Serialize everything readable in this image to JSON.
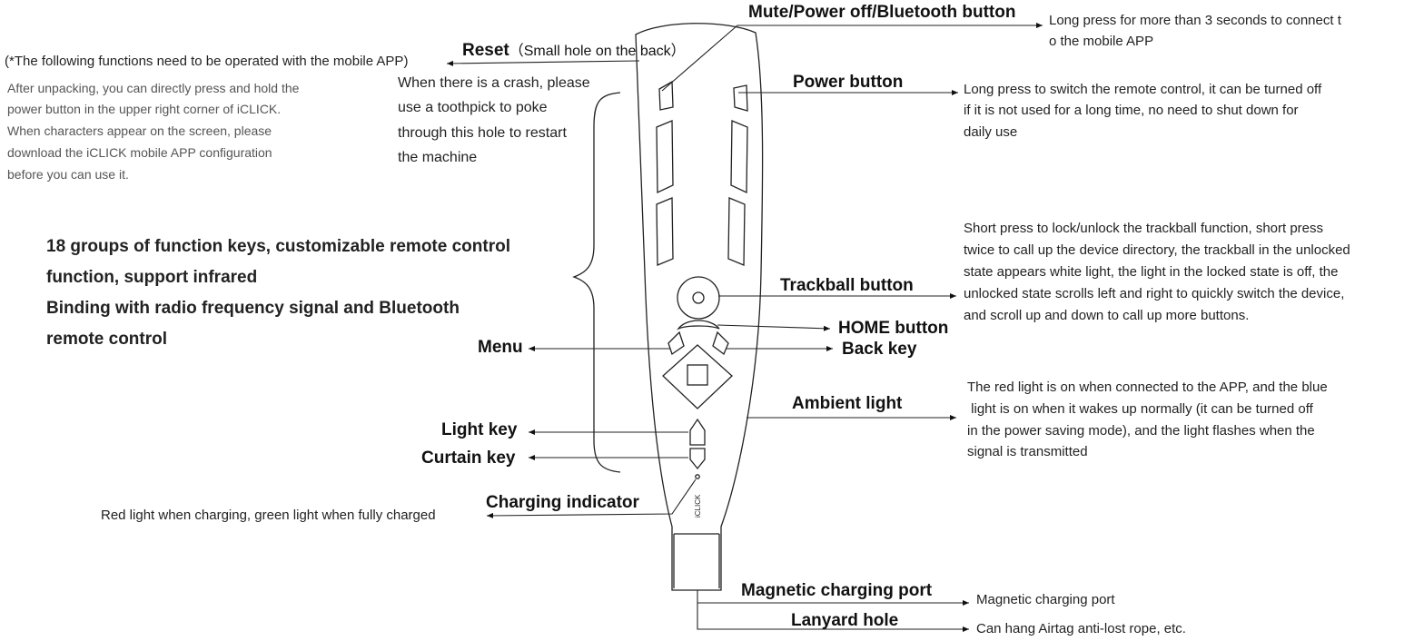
{
  "left_notes": {
    "app_note": "(*The following functions need to be operated with the mobile APP)",
    "unpack_lines": [
      "After unpacking, you can directly press and hold the",
      "power button in the upper right corner of iCLICK.",
      "When characters appear on the screen, please",
      "download the iCLICK mobile APP configuration",
      "before you can use it."
    ]
  },
  "reset": {
    "title": "Reset",
    "subtitle": "（Small hole on the back）",
    "lines": [
      "When there is a crash, please",
      "use a toothpick to poke",
      "through this hole to restart",
      "the machine"
    ]
  },
  "features": {
    "lines": [
      "18 groups of function keys, customizable remote control",
      "function, support infrared",
      "Binding with radio frequency signal and Bluetooth",
      "remote control"
    ]
  },
  "labels": {
    "mute": "Mute/Power off/Bluetooth button",
    "power": "Power button",
    "trackball": "Trackball button",
    "home": "HOME button",
    "back": "Back key",
    "menu": "Menu",
    "ambient": "Ambient light",
    "light": "Light key",
    "curtain": "Curtain key",
    "charging": "Charging indicator",
    "magnetic": "Magnetic charging port",
    "lanyard": "Lanyard hole"
  },
  "descriptions": {
    "mute": [
      "Long press for more than 3 seconds to connect t",
      "o the mobile APP"
    ],
    "power": [
      "Long press to switch the remote control, it can be turned off",
      "if it is not used for a long time, no need to shut down for",
      "daily use"
    ],
    "trackball": [
      "Short press to lock/unlock the trackball function, short press",
      "twice to call up the device directory, the trackball in the unlocked",
      "state appears white light, the light in the locked state is off, the",
      "unlocked state scrolls left and right to quickly switch the device,",
      "and scroll up and down to call up more buttons."
    ],
    "ambient": [
      "The red light is on when connected to the APP, and the blue",
      " light is on when it wakes up normally (it can be turned off",
      "in the power saving mode), and the light flashes when the",
      "signal is transmitted"
    ],
    "charging": "Red light when charging, green light when fully charged",
    "magnetic": "Magnetic charging port",
    "lanyard": "Can hang Airtag anti-lost rope, etc."
  },
  "device": {
    "brand": "iCLICK"
  }
}
